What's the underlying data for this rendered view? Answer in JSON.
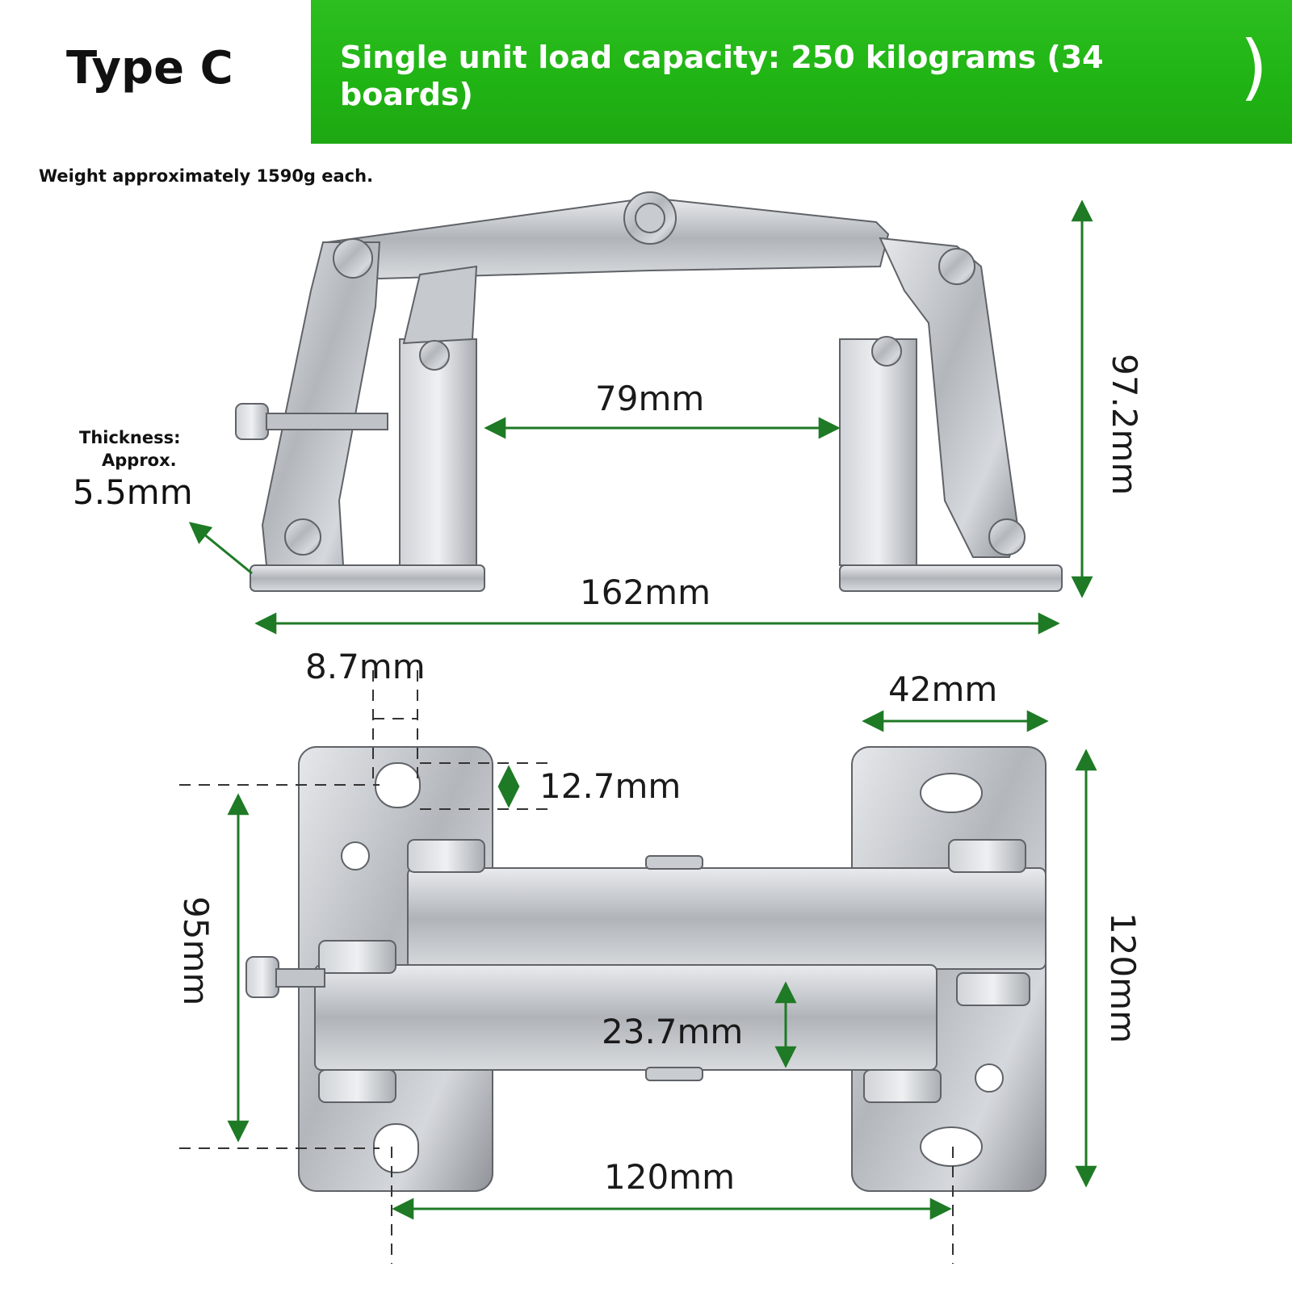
{
  "header": {
    "type_label": "Type C",
    "banner_text": "Single unit load capacity: 250 kilograms (34 boards)",
    "banner_paren": ")"
  },
  "weight_note": "Weight approximately 1590g each.",
  "thickness": {
    "line1": "Thickness:",
    "line2": "Approx.",
    "value": "5.5mm"
  },
  "dimensions": {
    "inner_gap": "79mm",
    "total_width": "162mm",
    "height": "97.2mm",
    "slot_width": "8.7mm",
    "slot_height": "12.7mm",
    "plate_width": "42mm",
    "hole_vertical_spacing": "95mm",
    "overall_height": "120mm",
    "arm_width": "23.7mm",
    "hole_horizontal_spacing": "120mm"
  },
  "colors": {
    "banner_green": "#20b414",
    "arrow_green": "#1e7a25",
    "metal": "#b9bcc0"
  }
}
